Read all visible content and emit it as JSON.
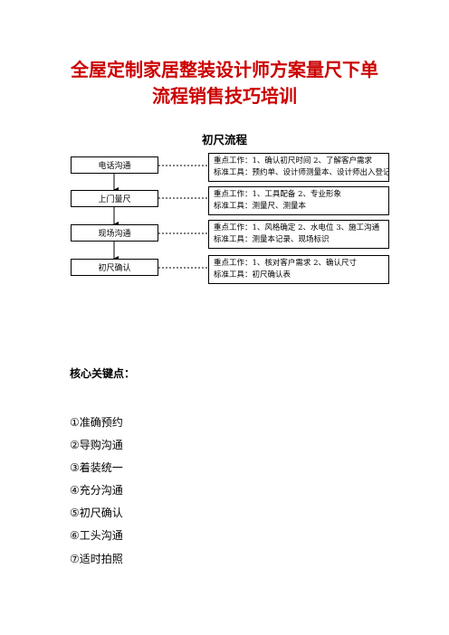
{
  "title": {
    "line1": "全屋定制家居整装设计师方案量尺下单",
    "line2": "流程销售技巧培训"
  },
  "subtitle": "初尺流程",
  "steps": [
    {
      "label": "电话沟通",
      "work": "重点工作：1、确认初尺时间  2、了解客户需求",
      "tools": "标准工具：预约单、设计师测量本、设计师出入登记表"
    },
    {
      "label": "上门量尺",
      "work": "重点工作：1、工具配备  2、专业形象",
      "tools": "标准工具：测量尺、测量本"
    },
    {
      "label": "现场沟通",
      "work": "重点工作：1、风格确定  2、水电位 3、施工沟通",
      "tools": "标准工具：测量本记录、现场标识"
    },
    {
      "label": "初尺确认",
      "work": "重点工作：1、核对客户需求  2、确认尺寸",
      "tools": "标准工具：初尺确认表"
    }
  ],
  "key_points": {
    "heading": "核心关键点：",
    "items": [
      "①准确预约",
      "②导购沟通",
      "③着装统一",
      "④充分沟通",
      "⑤初尺确认",
      "⑥工头沟通",
      "⑦适时拍照"
    ]
  }
}
